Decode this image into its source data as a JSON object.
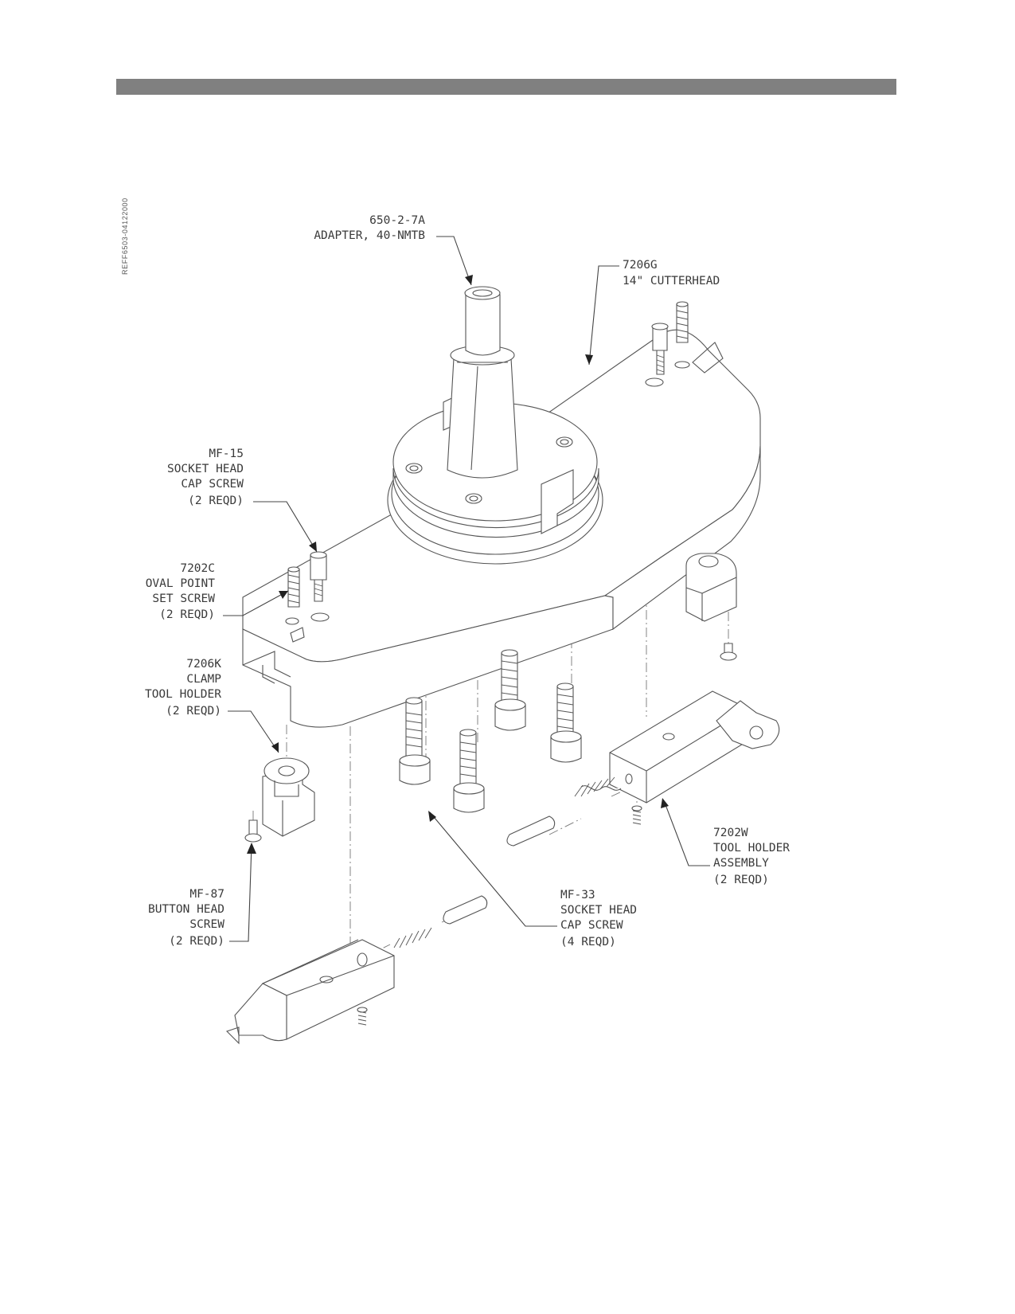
{
  "document": {
    "side_code": "REFF6503-04122000"
  },
  "callouts": {
    "adapter": {
      "line1": "650-2-7A",
      "line2": "ADAPTER, 40-NMTB"
    },
    "cutterhead": {
      "line1": "7206G",
      "line2": "14\" CUTTERHEAD"
    },
    "mf15": {
      "line1": "MF-15",
      "line2": "SOCKET HEAD",
      "line3": "CAP SCREW",
      "line4": "(2 REQD)"
    },
    "oval_set": {
      "line1": "7202C",
      "line2": "OVAL POINT",
      "line3": "SET SCREW",
      "line4": "(2 REQD)"
    },
    "clamp": {
      "line1": "7206K",
      "line2": "CLAMP",
      "line3": "TOOL HOLDER",
      "line4": "(2 REQD)"
    },
    "mf87": {
      "line1": "MF-87",
      "line2": "BUTTON HEAD",
      "line3": "SCREW",
      "line4": "(2 REQD)"
    },
    "mf33": {
      "line1": "MF-33",
      "line2": "SOCKET HEAD",
      "line3": "CAP SCREW",
      "line4": "(4 REQD)"
    },
    "tool_holder": {
      "line1": "7202W",
      "line2": "TOOL HOLDER",
      "line3": "ASSEMBLY",
      "line4": "(2 REQD)"
    }
  }
}
